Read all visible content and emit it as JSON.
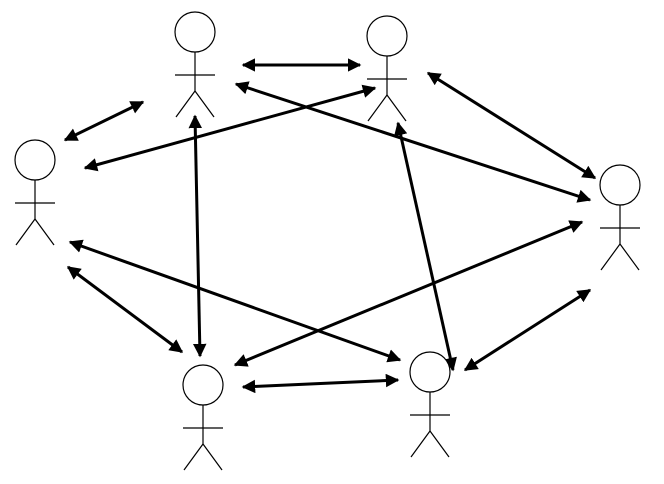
{
  "diagram": {
    "type": "network of actors",
    "node_icon": "stick-figure-icon",
    "colors": {
      "stroke": "#000000",
      "background": "#ffffff"
    },
    "nodes": [
      {
        "id": "top-left"
      },
      {
        "id": "top-right"
      },
      {
        "id": "left"
      },
      {
        "id": "right"
      },
      {
        "id": "bottom-left"
      },
      {
        "id": "bottom-right"
      }
    ],
    "edges": [
      {
        "from": "top-left",
        "to": "top-right",
        "arrows": "both"
      },
      {
        "from": "left",
        "to": "top-left",
        "arrows": "both"
      },
      {
        "from": "left",
        "to": "top-right",
        "arrows": "both"
      },
      {
        "from": "top-left",
        "to": "right",
        "arrows": "both"
      },
      {
        "from": "top-left",
        "to": "bottom-left",
        "arrows": "both"
      },
      {
        "from": "top-right",
        "to": "right",
        "arrows": "both"
      },
      {
        "from": "top-right",
        "to": "bottom-right",
        "arrows": "both"
      },
      {
        "from": "left",
        "to": "bottom-right",
        "arrows": "both"
      },
      {
        "from": "left",
        "to": "bottom-left",
        "arrows": "both"
      },
      {
        "from": "bottom-left",
        "to": "right",
        "arrows": "both"
      },
      {
        "from": "bottom-left",
        "to": "bottom-right",
        "arrows": "both"
      },
      {
        "from": "bottom-right",
        "to": "right",
        "arrows": "both"
      }
    ]
  }
}
